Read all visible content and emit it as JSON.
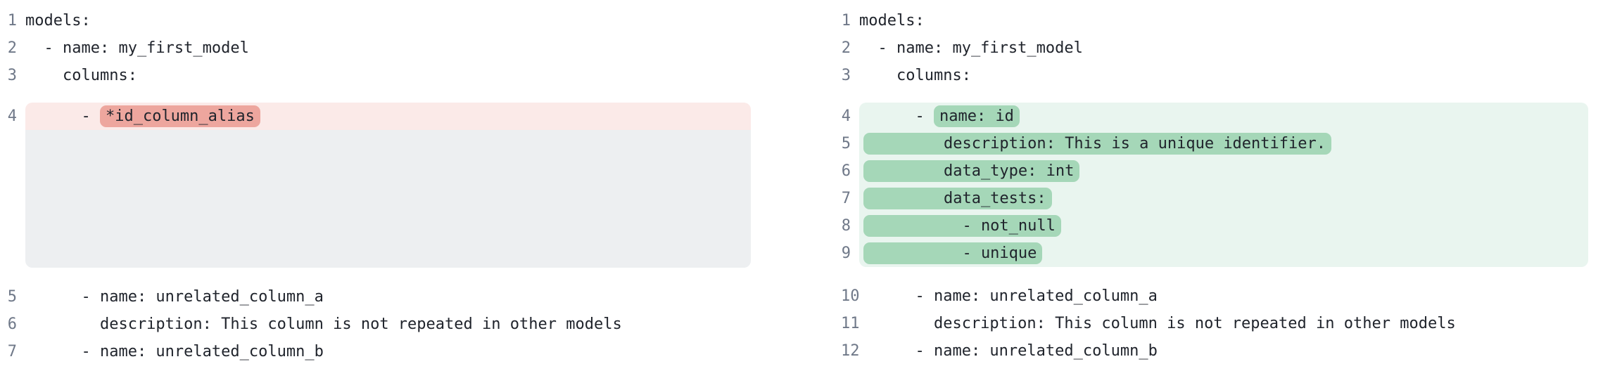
{
  "colors": {
    "removed_row_bg": "#fbeae8",
    "removed_token_bg": "#eda69e",
    "collapsed_placeholder_bg": "#edeff1",
    "added_row_bg": "#e9f5ef",
    "added_token_bg": "#a5d7b8",
    "line_number_color": "#6f7888",
    "code_text_color": "#20242c",
    "page_bg": "#ffffff"
  },
  "panels": [
    {
      "id": "before",
      "lines": [
        {
          "num": "1",
          "parts": [
            {
              "text": "models:"
            }
          ]
        },
        {
          "num": "2",
          "parts": [
            {
              "text": "  - name: my_first_model"
            }
          ]
        },
        {
          "num": "3",
          "parts": [
            {
              "text": "    columns:"
            }
          ]
        },
        {
          "num": "4",
          "row": "removed",
          "edge": "top",
          "parts": [
            {
              "text": "      - "
            },
            {
              "text": "*id_column_alias",
              "mark": "removed"
            }
          ]
        },
        {
          "filler": true,
          "edge": "bottom"
        },
        {
          "num": "5",
          "parts": [
            {
              "text": "      - name: unrelated_column_a"
            }
          ]
        },
        {
          "num": "6",
          "parts": [
            {
              "text": "        description: This column is not repeated in other models"
            }
          ]
        },
        {
          "num": "7",
          "parts": [
            {
              "text": "      - name: unrelated_column_b"
            }
          ]
        }
      ]
    },
    {
      "id": "after",
      "lines": [
        {
          "num": "1",
          "parts": [
            {
              "text": "models:"
            }
          ]
        },
        {
          "num": "2",
          "parts": [
            {
              "text": "  - name: my_first_model"
            }
          ]
        },
        {
          "num": "3",
          "parts": [
            {
              "text": "    columns:"
            }
          ]
        },
        {
          "num": "4",
          "row": "added",
          "edge": "top",
          "parts": [
            {
              "text": "      - "
            },
            {
              "text": "name: id",
              "mark": "added"
            }
          ]
        },
        {
          "num": "5",
          "row": "added",
          "parts": [
            {
              "text": "        description: This is a unique identifier.",
              "mark": "added",
              "inset": true
            }
          ]
        },
        {
          "num": "6",
          "row": "added",
          "parts": [
            {
              "text": "        data_type: int",
              "mark": "added",
              "inset": true
            }
          ]
        },
        {
          "num": "7",
          "row": "added",
          "parts": [
            {
              "text": "        data_tests:",
              "mark": "added",
              "inset": true
            }
          ]
        },
        {
          "num": "8",
          "row": "added",
          "parts": [
            {
              "text": "          - not_null",
              "mark": "added",
              "inset": true
            }
          ]
        },
        {
          "num": "9",
          "row": "added",
          "edge": "bottom",
          "parts": [
            {
              "text": "          - unique",
              "mark": "added",
              "inset": true
            }
          ]
        },
        {
          "num": "10",
          "parts": [
            {
              "text": "      - name: unrelated_column_a"
            }
          ]
        },
        {
          "num": "11",
          "parts": [
            {
              "text": "        description: This column is not repeated in other models"
            }
          ]
        },
        {
          "num": "12",
          "parts": [
            {
              "text": "      - name: unrelated_column_b"
            }
          ]
        }
      ]
    }
  ]
}
